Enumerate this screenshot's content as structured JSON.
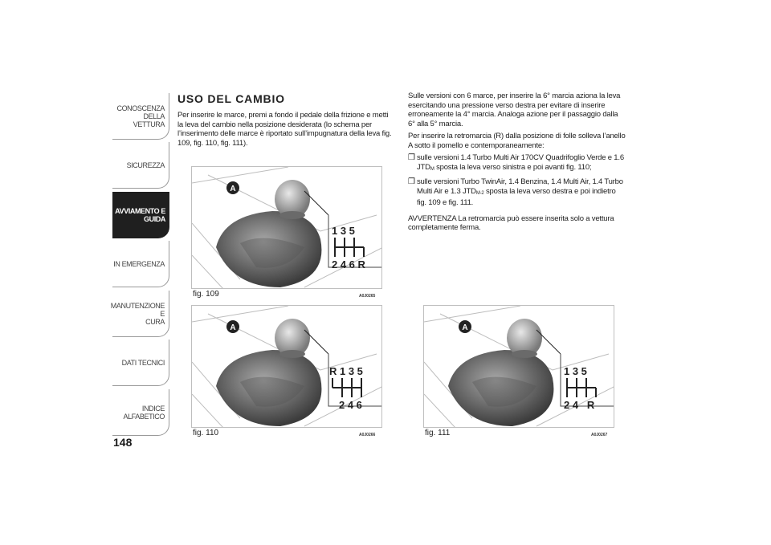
{
  "sidebar": {
    "tabs": [
      {
        "label": "CONOSCENZA\nDELLA VETTURA",
        "active": false
      },
      {
        "label": "SICUREZZA",
        "active": false
      },
      {
        "label": "AVVIAMENTO E\nGUIDA",
        "active": true
      },
      {
        "label": "IN EMERGENZA",
        "active": false
      },
      {
        "label": "MANUTENZIONE E\nCURA",
        "active": false
      },
      {
        "label": "DATI TECNICI",
        "active": false
      },
      {
        "label": "INDICE ALFABETICO",
        "active": false
      }
    ],
    "page_number": "148"
  },
  "section": {
    "title": "USO DEL CAMBIO",
    "intro": "Per inserire le marce, premi a fondo il pedale della frizione e metti la leva del cambio nella posizione desiderata (lo schema per l’inserimento delle marce è riportato sull’impugnatura della leva fig. 109, fig. 110, fig. 111)."
  },
  "right_column": {
    "para1": "Sulle versioni con 6 marce, per inserire la 6° marcia aziona la leva esercitando una pressione verso destra per evitare di inserire erroneamente la 4° marcia. Analoga azione per il passaggio dalla 6° alla 5° marcia.",
    "para2": "Per inserire la retromarcia (R) dalla posizione di folle solleva l’anello A sotto il pomello e contemporaneamente:",
    "bullet_mark": "❒",
    "bullet1_a": "sulle versioni 1.4 Turbo Multi Air 170CV Quadrifoglio Verde e 1.6 JTD",
    "bullet1_sub": "M",
    "bullet1_b": " sposta la leva verso sinistra e poi avanti fig. 110;",
    "bullet2_a": "sulle versioni Turbo TwinAir, 1.4 Benzina, 1.4 Multi Air, 1.4 Turbo Multi Air e 1.3 JTD",
    "bullet2_sub": "M-2",
    "bullet2_b": " sposta la leva verso destra e poi indietro fig. 109 e fig. 111.",
    "warning": "AVVERTENZA La retromarcia può essere inserita solo a vettura completamente ferma."
  },
  "figures": [
    {
      "caption": "fig. 109",
      "code": "A0J0265",
      "ring_label": "A",
      "top_row": "1 3 5",
      "bottom_row": "2 4 6 R"
    },
    {
      "caption": "fig. 110",
      "code": "A0J0266",
      "ring_label": "A",
      "top_row": "R 1 3 5",
      "bottom_row": "2 4 6"
    },
    {
      "caption": "fig. 111",
      "code": "A0J0267",
      "ring_label": "A",
      "top_row": "1 3 5",
      "bottom_row": "2 4   R"
    }
  ]
}
